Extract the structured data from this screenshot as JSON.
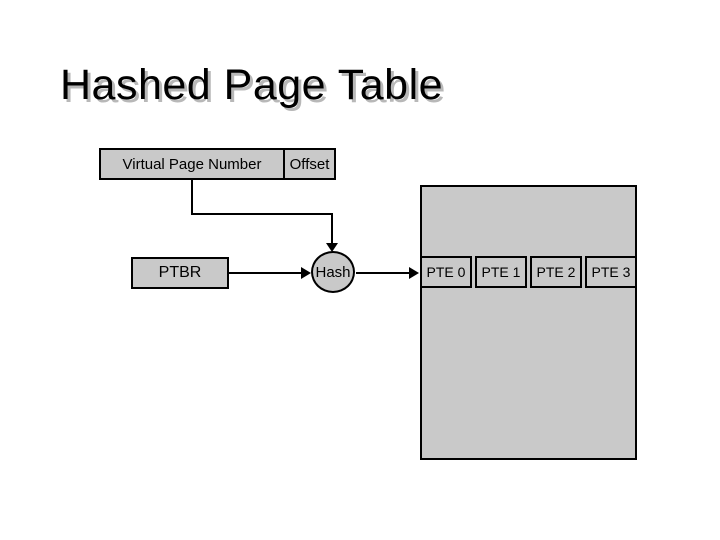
{
  "slide": {
    "title": "Hashed Page Table",
    "diagram": {
      "vpn_label": "Virtual Page Number",
      "offset_label": "Offset",
      "ptbr_label": "PTBR",
      "hash_label": "Hash",
      "page_table_entries": [
        "PTE 0",
        "PTE 1",
        "PTE 2",
        "PTE 3"
      ]
    },
    "colors": {
      "background": "#ffffff",
      "box_fill": "#c9c9c9",
      "border": "#000000",
      "title_text": "#000000",
      "title_shadow": "#b8b8b8"
    }
  }
}
